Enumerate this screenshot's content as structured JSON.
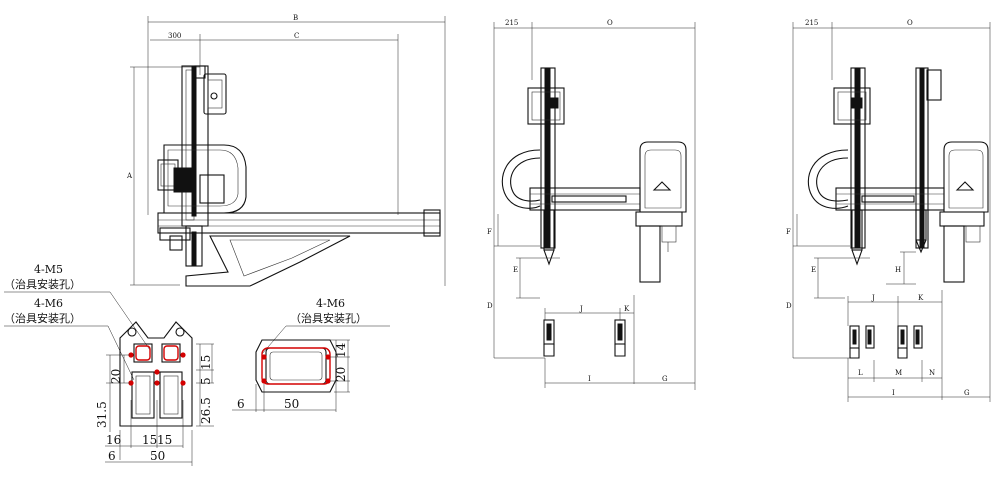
{
  "side_view": {
    "dims": {
      "B": "B",
      "top_300": "300",
      "C": "C",
      "A": "A"
    }
  },
  "front_view_1": {
    "dims": {
      "w215": "215",
      "O": "O",
      "F": "F",
      "D": "D",
      "E": "E",
      "J": "J",
      "K": "K",
      "I": "I",
      "G": "G"
    }
  },
  "front_view_2": {
    "dims": {
      "w215": "215",
      "O": "O",
      "F": "F",
      "D": "D",
      "E": "E",
      "H": "H",
      "J": "J",
      "K": "K",
      "L": "L",
      "M": "M",
      "N": "N",
      "I": "I",
      "G": "G"
    }
  },
  "fixture_left": {
    "callout_m5": "4-M5",
    "callout_m5_sub": "（治具安装孔）",
    "callout_m6": "4-M6",
    "callout_m6_sub": "（治具安装孔）",
    "dims": {
      "v31_5": "31.5",
      "v20": "20",
      "v15": "15",
      "v5": "5",
      "v26_5": "26.5",
      "h16": "16",
      "h15a": "15",
      "h15b": "15",
      "h6": "6",
      "h50": "50"
    }
  },
  "fixture_right": {
    "callout_m6": "4-M6",
    "callout_m6_sub": "（治具安装孔）",
    "dims": {
      "v20": "20",
      "v14": "14",
      "h6": "6",
      "h50": "50"
    }
  }
}
